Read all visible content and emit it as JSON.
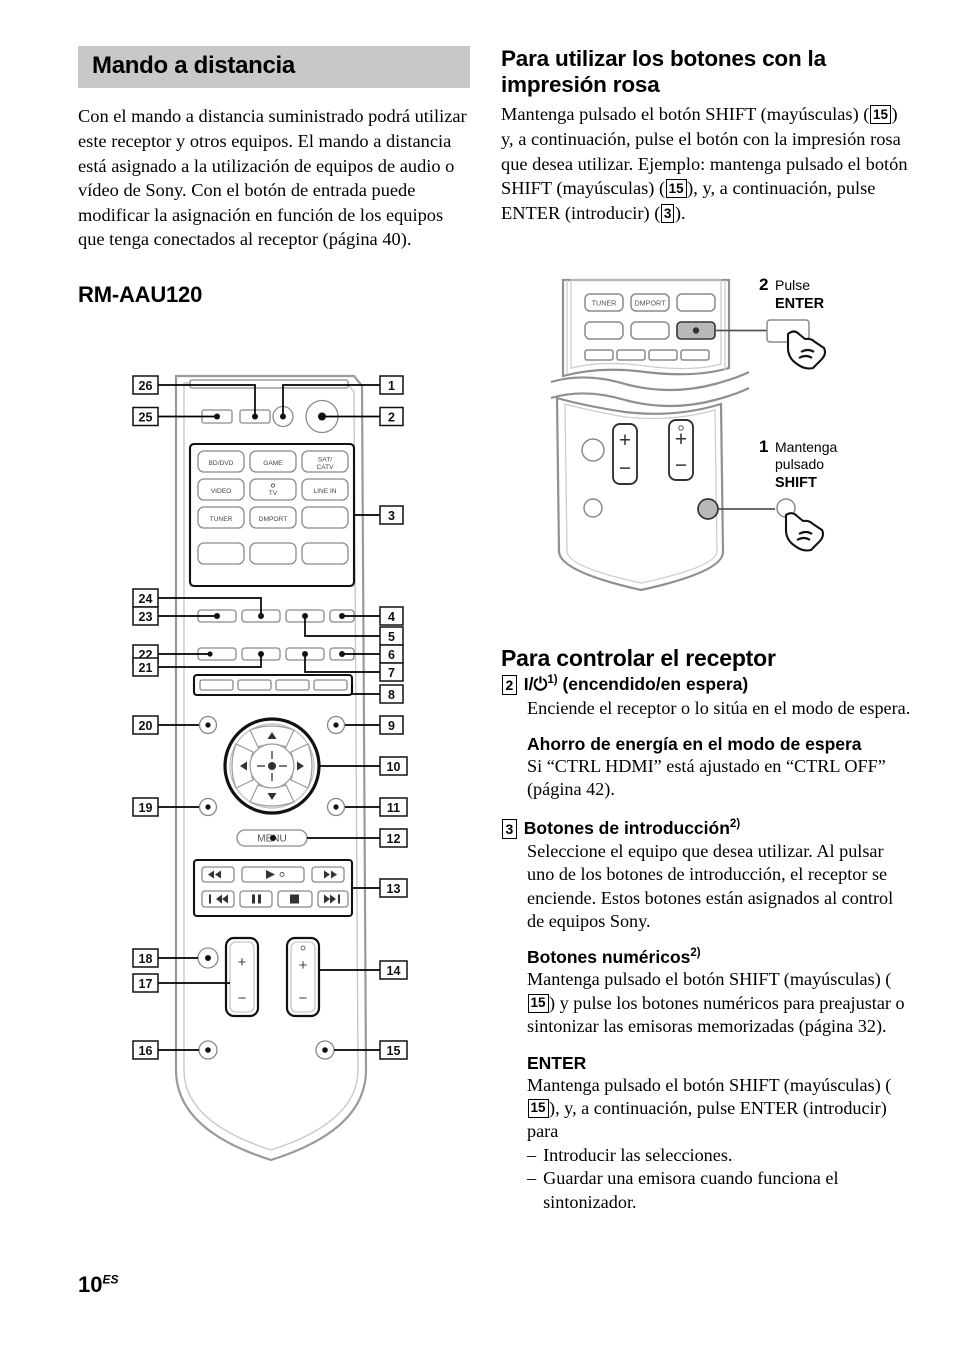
{
  "page": {
    "number": "10",
    "region_suffix": "ES"
  },
  "left_column": {
    "section_title": "Mando a distancia",
    "intro_paragraph": "Con el mando a distancia suministrado podrá utilizar este receptor y otros equipos. El mando a distancia está asignado a la utilización de equipos de audio o vídeo de Sony. Con el botón de entrada puede modificar la asignación en función de los equipos que tenga conectados al receptor (página 40).",
    "model_heading": "RM-AAU120"
  },
  "remote_diagram": {
    "name": "RM-AAU120 remote control callout diagram",
    "input_buttons": [
      "BD/DVD",
      "GAME",
      "SAT/\nCATV",
      "VIDEO",
      "TV",
      "LINE IN",
      "TUNER",
      "DMPORT",
      "",
      "",
      "",
      ""
    ],
    "input_button_rows": [
      [
        "BD/DVD",
        "GAME",
        "SAT/CATV"
      ],
      [
        "VIDEO",
        "TV",
        "LINE IN"
      ],
      [
        "TUNER",
        "DMPORT",
        ""
      ],
      [
        "",
        "",
        ""
      ]
    ],
    "menu_button_label": "MENU",
    "transport_row1": [
      "rewind-icon",
      "play-icon",
      "fast-forward-icon"
    ],
    "transport_row2": [
      "previous-icon",
      "pause-icon",
      "stop-icon",
      "next-icon"
    ],
    "volume_plus": "+",
    "volume_minus": "−",
    "callouts_left": [
      "26",
      "25",
      "24",
      "23",
      "22",
      "21",
      "20",
      "19",
      "18",
      "17",
      "16"
    ],
    "callouts_right": [
      "1",
      "2",
      "3",
      "4",
      "5",
      "6",
      "7",
      "8",
      "9",
      "10",
      "11",
      "12",
      "13",
      "14",
      "15"
    ]
  },
  "right_column": {
    "heading_pink": "Para utilizar los botones con la impresión rosa",
    "pink_paragraph_parts": {
      "p1": "Mantenga pulsado el botón SHIFT (mayúsculas) (",
      "ref1": "15",
      "p2": ") y, a continuación, pulse el botón con la impresión rosa que desea utilizar. Ejemplo: mantenga pulsado el botón SHIFT (mayúsculas) (",
      "ref2": "15",
      "p3": "), y, a continuación, pulse ENTER (introducir) (",
      "ref3": "3",
      "p4": ")."
    },
    "shift_enter_figure": {
      "step2_number": "2",
      "step2_line1": "Pulse",
      "step2_line2": "ENTER",
      "step1_number": "1",
      "step1_line1": "Mantenga",
      "step1_line2": "pulsado",
      "step1_line3": "SHIFT",
      "remote_labels": [
        "TUNER",
        "DMPORT"
      ],
      "volume_plus": "+",
      "volume_minus": "−"
    },
    "heading_control": "Para controlar el receptor",
    "items": [
      {
        "ref": "2",
        "title_prefix": "I/",
        "title_symbol": "⏻",
        "title_note": "1)",
        "title_suffix": " (encendido/en espera)",
        "body": "Enciende el receptor o lo sitúa en el modo de espera.",
        "subsections": [
          {
            "heading": "Ahorro de energía en el modo de espera",
            "body": "Si “CTRL HDMI” está ajustado en “CTRL OFF” (página 42)."
          }
        ]
      },
      {
        "ref": "3",
        "title_prefix": "Botones de introducción",
        "title_note": "2)",
        "title_suffix": "",
        "body": "Seleccione el equipo que desea utilizar. Al pulsar uno de los botones de introducción, el receptor se enciende. Estos botones están asignados al control de equipos Sony.",
        "subsections": [
          {
            "heading": "Botones numéricos",
            "heading_note": "2)",
            "body_parts": {
              "p1": "Mantenga pulsado el botón SHIFT (mayúsculas) (",
              "ref1": "15",
              "p2": ") y pulse los botones numéricos para preajustar o sintonizar las emisoras memorizadas (página 32)."
            }
          },
          {
            "heading": "ENTER",
            "body_parts": {
              "p1": "Mantenga pulsado el botón SHIFT (mayúsculas) (",
              "ref1": "15",
              "p2": "), y, a continuación, pulse ENTER (introducir) para"
            },
            "dash_items": [
              "Introducir las selecciones.",
              "Guardar una emisora cuando funciona el sintonizador."
            ]
          }
        ]
      }
    ]
  },
  "colors": {
    "section_bar_bg": "#c8c8c8",
    "line_stroke": "#000000",
    "remote_body_outline": "#9a9a9a",
    "button_outline": "#808080",
    "highlight_fill": "#b8b8b8"
  }
}
